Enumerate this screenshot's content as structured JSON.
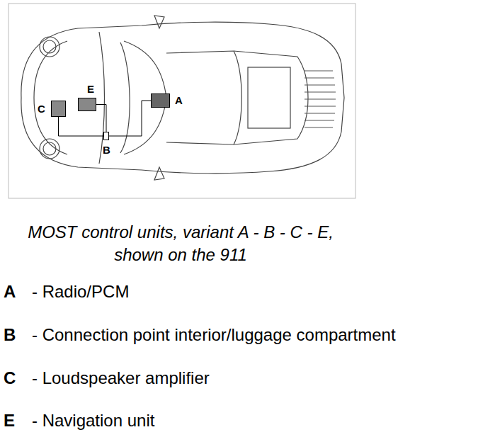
{
  "diagram": {
    "caption": "MOST control units, variant A - B - C - E, shown on the 911",
    "nodes": [
      {
        "text": [
          "A"
        ]
      },
      {
        "text": [
          "B"
        ]
      },
      {
        "text": [
          "C"
        ]
      },
      {
        "text": [
          "E"
        ]
      }
    ],
    "edges": [
      {
        "from": 0,
        "to": 1,
        "arrow": "none"
      },
      {
        "from": 1,
        "to": 2,
        "arrow": "none"
      },
      {
        "from": 1,
        "to": 3,
        "arrow": "none"
      }
    ],
    "labels": [
      "A",
      "- Radio/PCM",
      "B",
      "- Connection point interior/luggage compartment",
      "C",
      "- Loudspeaker amplifier",
      "E",
      "- Navigation unit"
    ]
  }
}
